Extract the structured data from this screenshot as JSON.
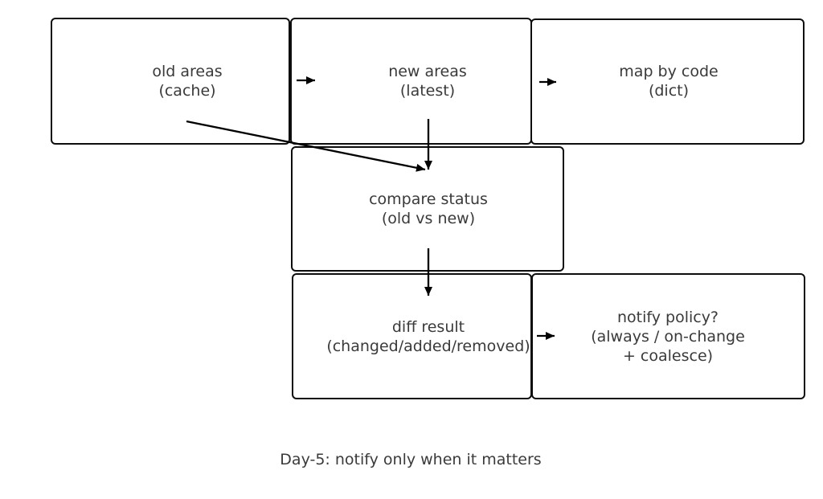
{
  "diagram": {
    "nodes": [
      {
        "id": "old-areas",
        "lines": [
          "old areas",
          "(cache)"
        ]
      },
      {
        "id": "new-areas",
        "lines": [
          "new areas",
          "(latest)"
        ]
      },
      {
        "id": "map-by-code",
        "lines": [
          "map by code",
          "(dict)"
        ]
      },
      {
        "id": "compare-status",
        "lines": [
          "compare status",
          "(old vs new)"
        ]
      },
      {
        "id": "diff-result",
        "lines": [
          "diff result",
          "(changed/added/removed)"
        ]
      },
      {
        "id": "notify-policy",
        "lines": [
          "notify policy?",
          "(always / on-change",
          "+ coalesce)"
        ]
      }
    ],
    "caption": "Day-5: notify only when it matters",
    "colors": {
      "background": "#ffffff",
      "box_border": "#0d0d0d",
      "text": "#3a3a3a",
      "arrow": "#000000"
    }
  }
}
